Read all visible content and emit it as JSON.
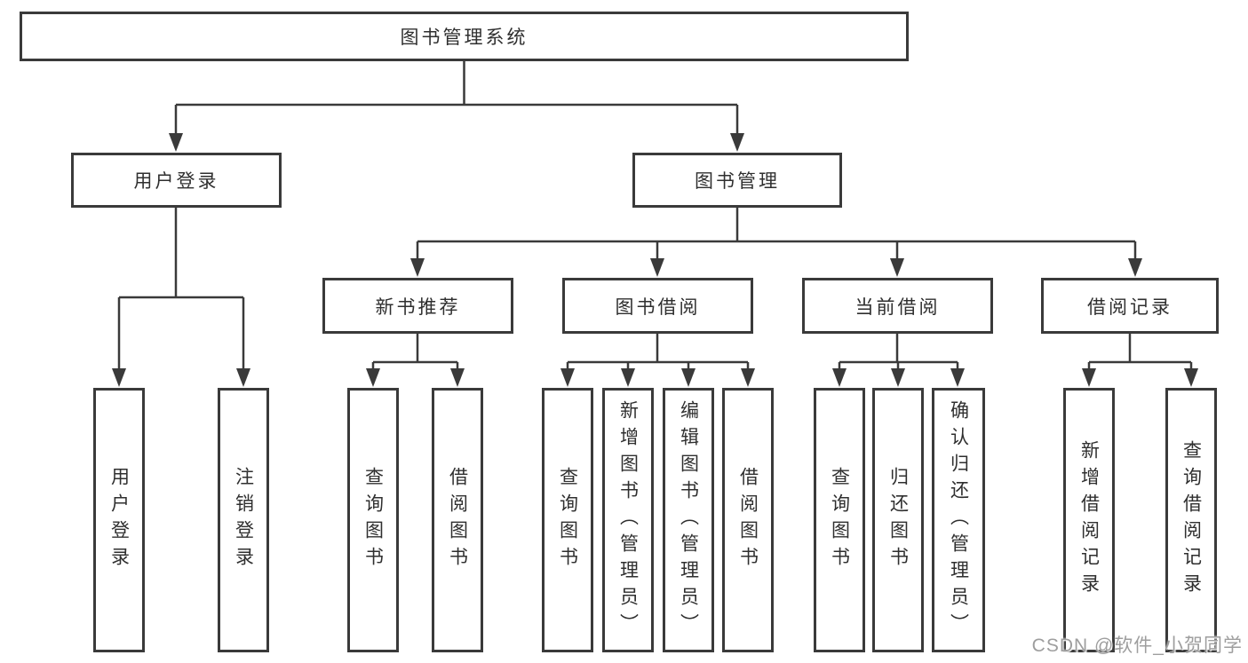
{
  "title": "图书管理系统",
  "watermark": {
    "text": "CSDN @软件_小贺同学"
  },
  "tree": {
    "label": "图书管理系统",
    "children": [
      {
        "label": "用户登录",
        "children": [
          {
            "label": "用户登录"
          },
          {
            "label": "注销登录"
          }
        ]
      },
      {
        "label": "图书管理",
        "children": [
          {
            "label": "新书推荐",
            "children": [
              {
                "label": "查询图书"
              },
              {
                "label": "借阅图书"
              }
            ]
          },
          {
            "label": "图书借阅",
            "children": [
              {
                "label": "查询图书"
              },
              {
                "label": "新增图书（管理员）"
              },
              {
                "label": "编辑图书（管理员）"
              },
              {
                "label": "借阅图书"
              }
            ]
          },
          {
            "label": "当前借阅",
            "children": [
              {
                "label": "查询图书"
              },
              {
                "label": "归还图书"
              },
              {
                "label": "确认归还（管理员）"
              }
            ]
          },
          {
            "label": "借阅记录",
            "children": [
              {
                "label": "新增借阅记录"
              },
              {
                "label": "查询借阅记录"
              }
            ]
          }
        ]
      }
    ]
  }
}
